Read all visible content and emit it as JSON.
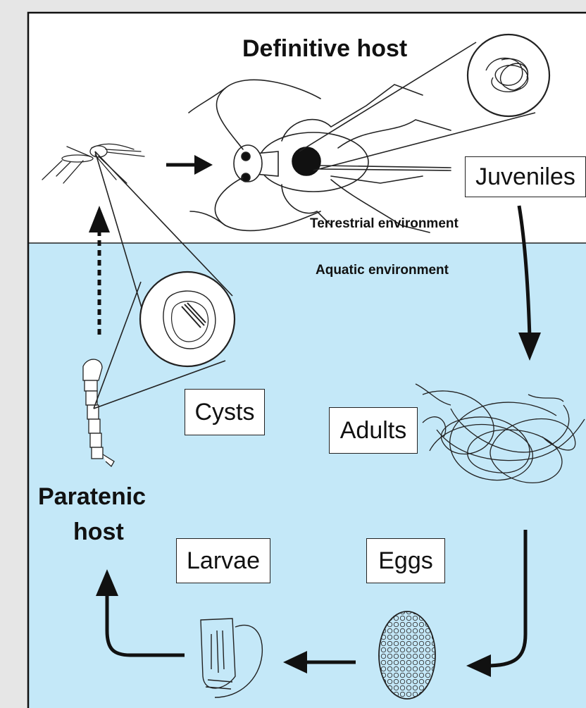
{
  "title": "Definitive host",
  "environments": {
    "terrestrial": "Terrestrial environment",
    "aquatic": "Aquatic environment"
  },
  "stages": {
    "juveniles": "Juveniles",
    "cysts": "Cysts",
    "adults": "Adults",
    "larvae": "Larvae",
    "eggs": "Eggs"
  },
  "paratenic_host": {
    "line1": "Paratenic",
    "line2": "host"
  },
  "colors": {
    "terrestrial_bg": "#ffffff",
    "aquatic_bg": "#c4e8f8",
    "frame_bg": "#e6e6e6",
    "ink": "#111111"
  },
  "icons": [
    "mosquito-icon",
    "cricket-icon",
    "worm-cluster-icon",
    "cyst-icon",
    "mosquito-larva-icon",
    "egg-icon",
    "nematode-larva-icon"
  ]
}
